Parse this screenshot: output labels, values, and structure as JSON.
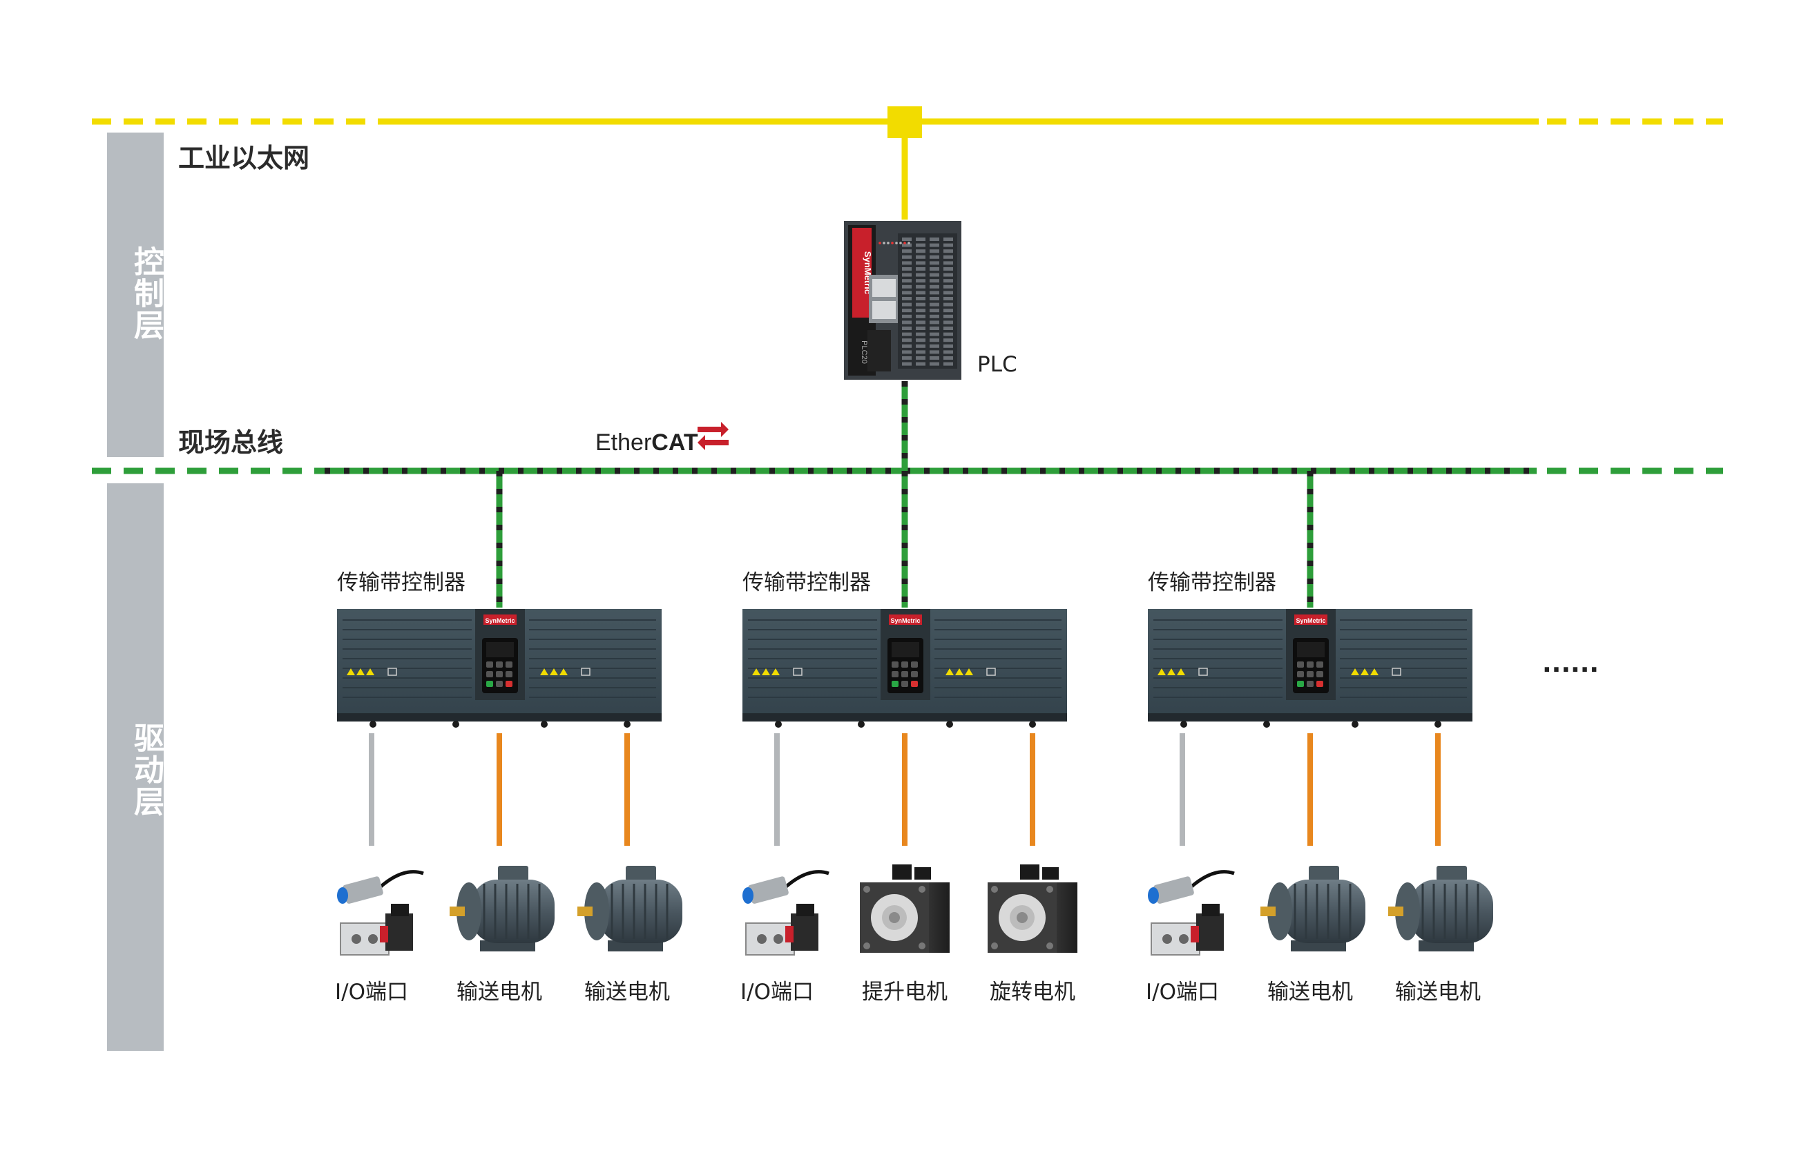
{
  "layers": {
    "control": "控制层",
    "drive": "驱动层"
  },
  "networks": {
    "ethernet": "工业以太网",
    "fieldbus": "现场总线"
  },
  "ethercat_logo": {
    "text_plain": "Ether",
    "text_bold": "CAT"
  },
  "plc": {
    "label": "PLC",
    "brand": "SynMetric",
    "model": "PLC20"
  },
  "controllers": [
    {
      "label": "传输带控制器",
      "brand": "SynMetric",
      "devices": [
        {
          "label": "I/O端口",
          "icon": "sensor-valve-icon",
          "cable": "gray"
        },
        {
          "label": "输送电机",
          "icon": "induction-motor-icon",
          "cable": "orange"
        },
        {
          "label": "输送电机",
          "icon": "induction-motor-icon",
          "cable": "orange"
        }
      ]
    },
    {
      "label": "传输带控制器",
      "brand": "SynMetric",
      "devices": [
        {
          "label": "I/O端口",
          "icon": "sensor-valve-icon",
          "cable": "gray"
        },
        {
          "label": "提升电机",
          "icon": "servo-motor-icon",
          "cable": "orange"
        },
        {
          "label": "旋转电机",
          "icon": "servo-motor-icon",
          "cable": "orange"
        }
      ]
    },
    {
      "label": "传输带控制器",
      "brand": "SynMetric",
      "devices": [
        {
          "label": "I/O端口",
          "icon": "sensor-valve-icon",
          "cable": "gray"
        },
        {
          "label": "输送电机",
          "icon": "induction-motor-icon",
          "cable": "orange"
        },
        {
          "label": "输送电机",
          "icon": "induction-motor-icon",
          "cable": "orange"
        }
      ]
    }
  ],
  "ellipsis": "......",
  "colors": {
    "ethernet": "#f2dc00",
    "fieldbus_green": "#2e9e3a",
    "fieldbus_dark": "#1f1f1f",
    "io_cable": "#b3b6b9",
    "motor_cable": "#e8871e",
    "layer_band": "#b7bcc1",
    "controller_body": "#394a56",
    "brand_red": "#c8202b"
  }
}
